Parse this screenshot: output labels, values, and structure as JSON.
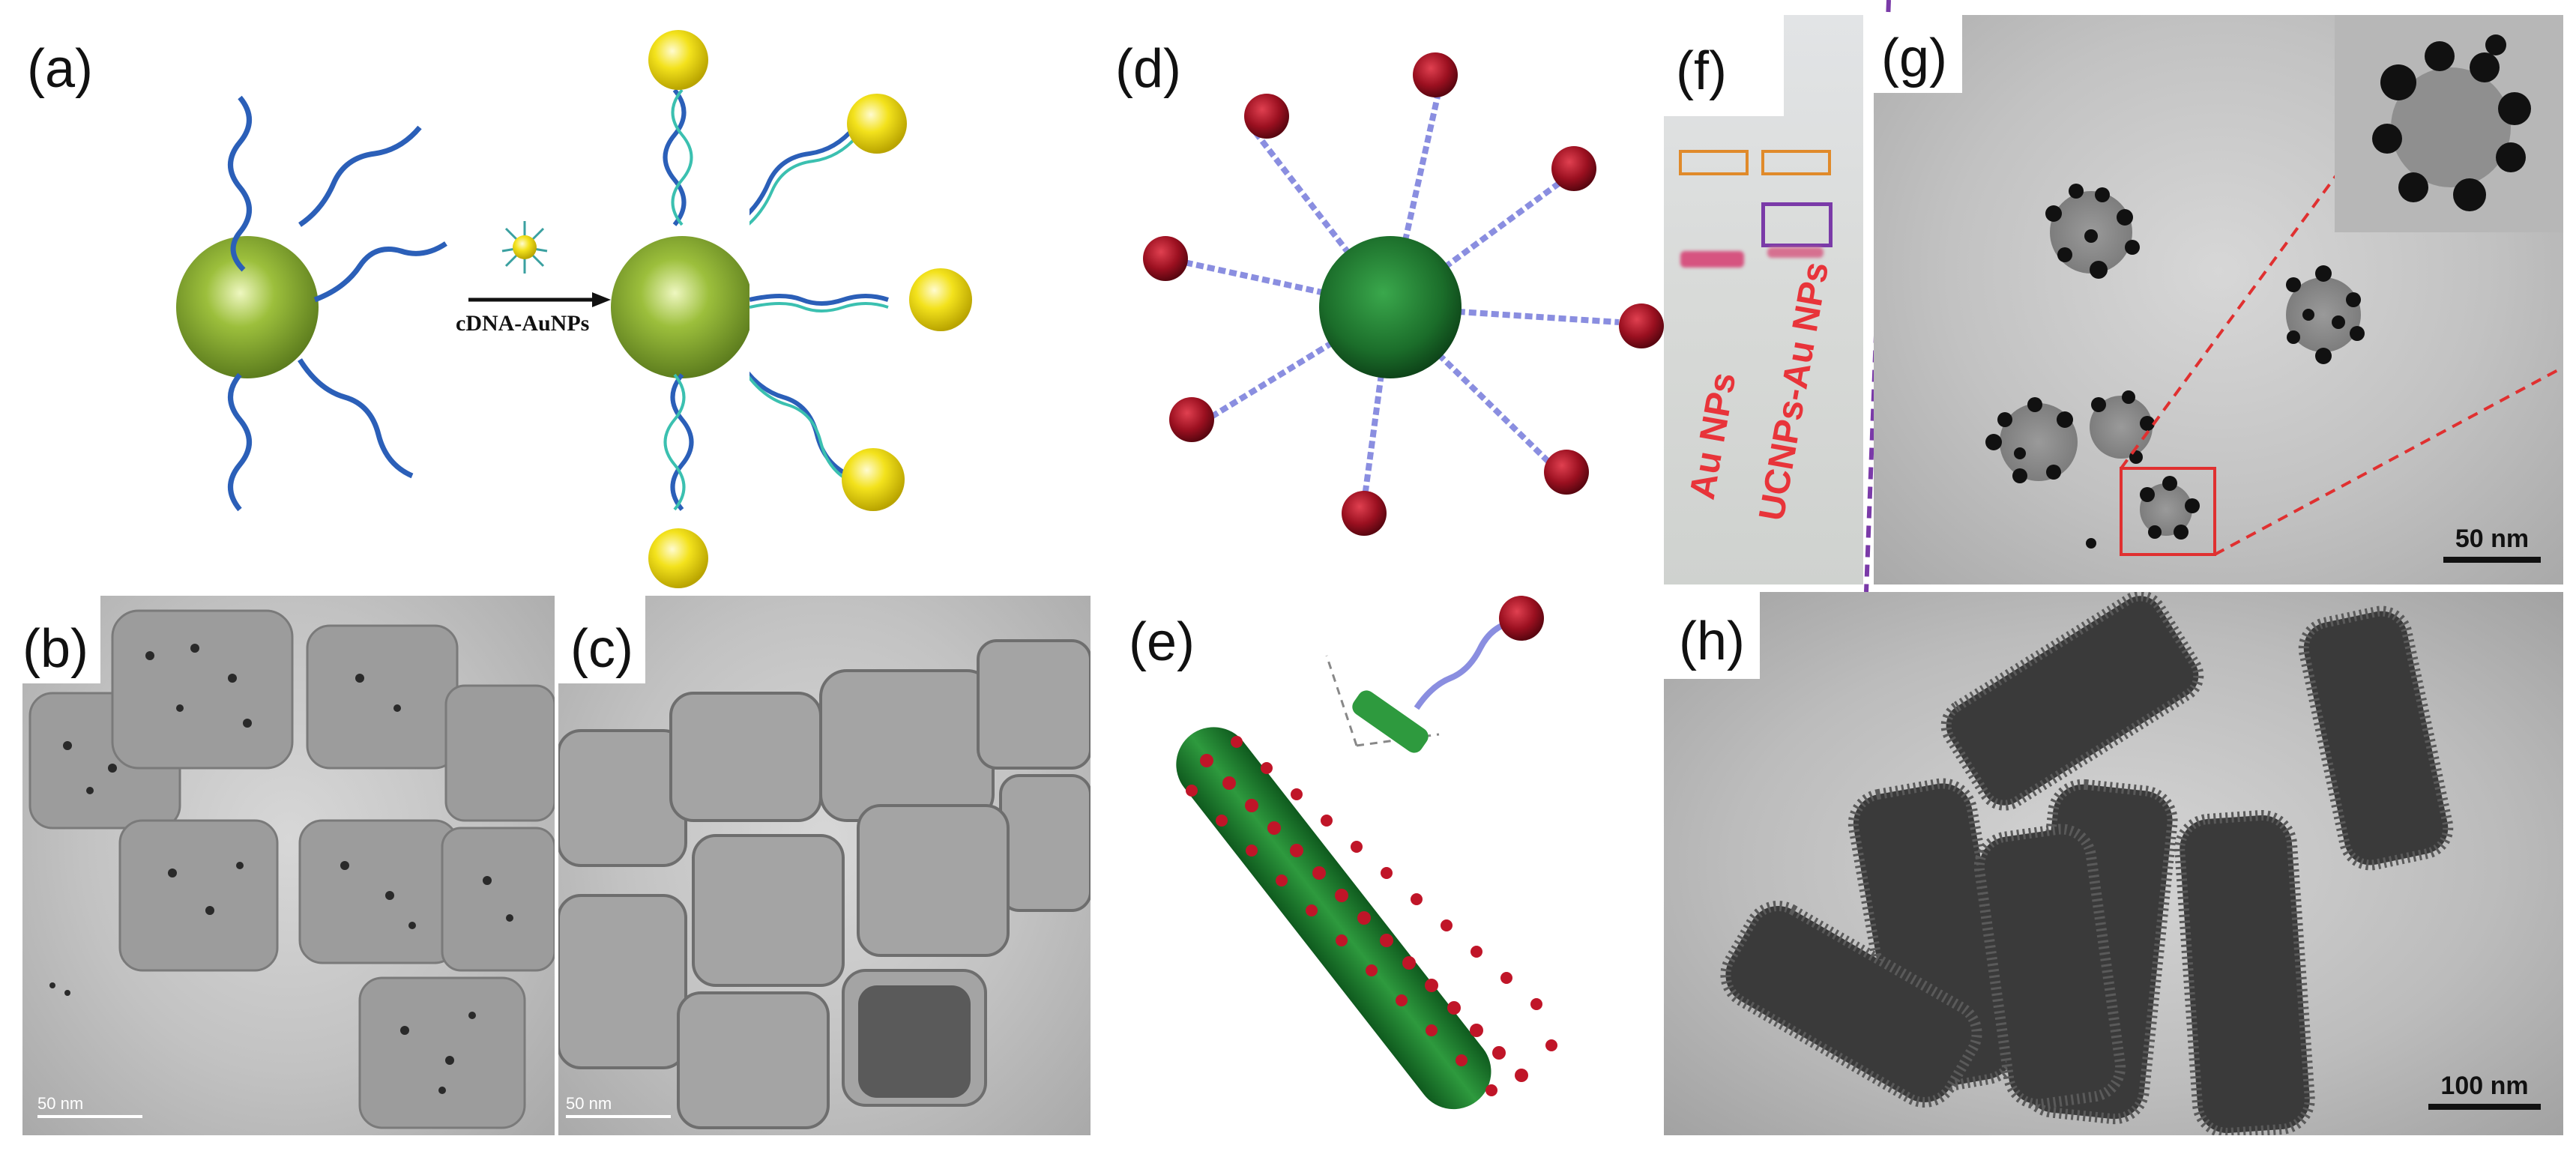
{
  "panels": {
    "a": {
      "label": "(a)",
      "arrow_text": "cDNA-AuNPs"
    },
    "b": {
      "label": "(b)",
      "scale": "50 nm"
    },
    "c": {
      "label": "(c)",
      "scale": "50 nm"
    },
    "d": {
      "label": "(d)"
    },
    "e": {
      "label": "(e)"
    },
    "f": {
      "label": "(f)",
      "lane1": "Au NPs",
      "lane2": "UCNPs-Au NPs"
    },
    "g": {
      "label": "(g)",
      "scale": "50 nm"
    },
    "h": {
      "label": "(h)",
      "scale": "100 nm"
    }
  },
  "colors": {
    "dna": "#2b5fb8",
    "dna_light": "#8a8ee0",
    "gold": "#f4e21a",
    "green_core": "#1c7a2c",
    "olive_core": "#8cb034",
    "red_bead": "#9b1020",
    "gel_band": "#d65480",
    "gel_red_text": "#e8343a",
    "orange_box": "#e08a2a",
    "purple_box": "#7a3aa8",
    "red_dash": "#e03030"
  }
}
